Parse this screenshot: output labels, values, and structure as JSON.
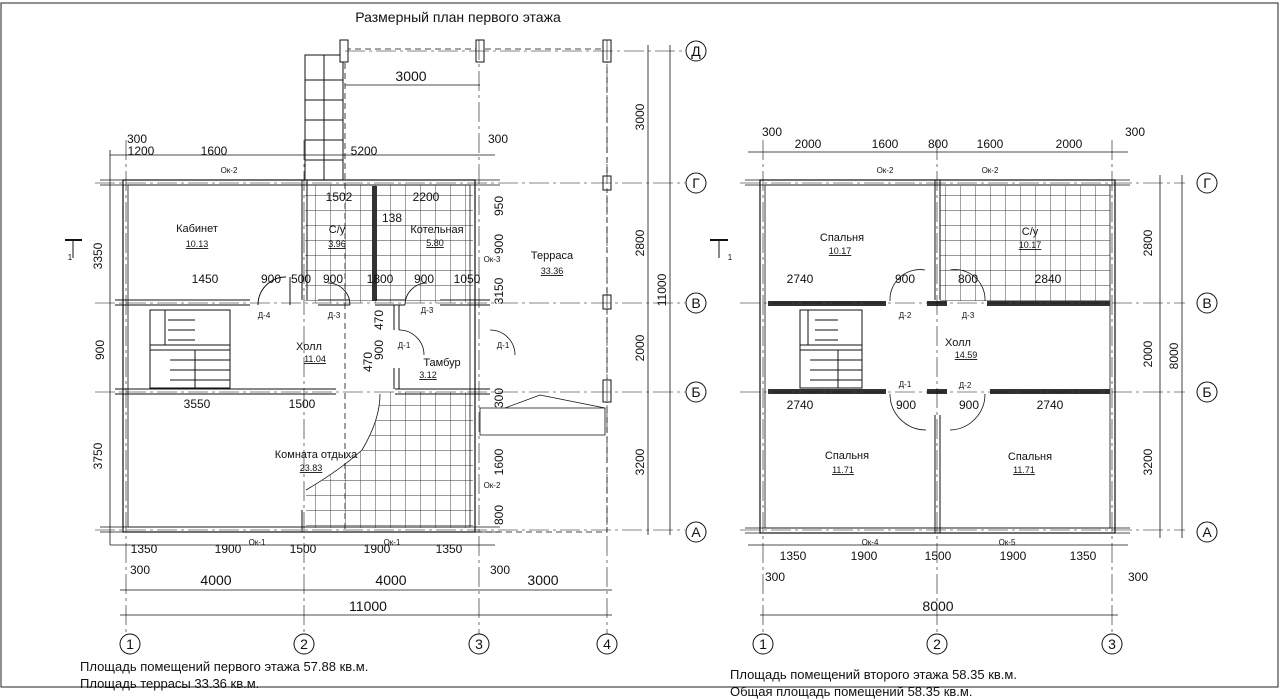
{
  "title": "Размерный план первого этажа",
  "floor1": {
    "rooms": [
      {
        "name": "Кабинет",
        "area": "10.13"
      },
      {
        "name": "С/у",
        "area": "3.96"
      },
      {
        "name": "Котельная",
        "area": "5.80"
      },
      {
        "name": "Терраса",
        "area": "33.36"
      },
      {
        "name": "Холл",
        "area": "11.04"
      },
      {
        "name": "Тамбур",
        "area": "3.12"
      },
      {
        "name": "Комната отдыха",
        "area": "23.83"
      }
    ],
    "axes_h": [
      "Д",
      "Г",
      "В",
      "Б",
      "А"
    ],
    "axes_v": [
      "1",
      "2",
      "3",
      "4"
    ],
    "right_dims": [
      "3000",
      "2800",
      "2000",
      "3200"
    ],
    "total_height": "11000",
    "bottom_dims": [
      "1350",
      "1900",
      "1500",
      "1900",
      "1350"
    ],
    "axis_dims": [
      "4000",
      "4000",
      "3000"
    ],
    "total_width": "11000",
    "top_dims": [
      "1200",
      "1600",
      "5200",
      "3000"
    ],
    "left_dims": [
      "3350",
      "900",
      "3750"
    ],
    "misc_dims": [
      "300",
      "1502",
      "2200",
      "138",
      "950",
      "900",
      "1450",
      "3150",
      "500",
      "1800",
      "1050",
      "470",
      "3550",
      "1500",
      "1600",
      "800"
    ],
    "windows": [
      "Ок-2",
      "Ок-3",
      "Ок-1",
      "Ок-2"
    ],
    "doors": [
      "Д-4",
      "Д-3",
      "Д-3",
      "Д-1",
      "Д-1"
    ],
    "section_mark": "1",
    "footer": [
      "Площадь помещений первого этажа 57.88 кв.м.",
      "Площадь террасы 33.36 кв.м."
    ]
  },
  "floor2": {
    "rooms": [
      {
        "name": "Спальня",
        "area": "10.17"
      },
      {
        "name": "С/у",
        "area": "10.17"
      },
      {
        "name": "Холл",
        "area": "14.59"
      },
      {
        "name": "Спальня",
        "area": "11.71"
      },
      {
        "name": "Спальня",
        "area": "11.71"
      }
    ],
    "axes_h": [
      "Г",
      "В",
      "Б",
      "А"
    ],
    "axes_v": [
      "1",
      "2",
      "3"
    ],
    "right_dims": [
      "2800",
      "2000",
      "3200"
    ],
    "total_height": "8000",
    "top_dims": [
      "2000",
      "1600",
      "800",
      "1600",
      "2000"
    ],
    "bottom_dims": [
      "1350",
      "1900",
      "1500",
      "1900",
      "1350"
    ],
    "total_width": "8000",
    "mid_dims": [
      "2740",
      "900",
      "800",
      "2840",
      "2740",
      "900",
      "900",
      "2740"
    ],
    "windows": [
      "Ок-2",
      "Ок-2",
      "Ок-4",
      "Ок-5"
    ],
    "doors": [
      "Д-2",
      "Д-3",
      "Д-1",
      "Д-2"
    ],
    "section_mark": "1",
    "footer": [
      "Площадь помещений второго этажа 58.35 кв.м.",
      "Общая площадь помещений 58.35 кв.м."
    ]
  }
}
